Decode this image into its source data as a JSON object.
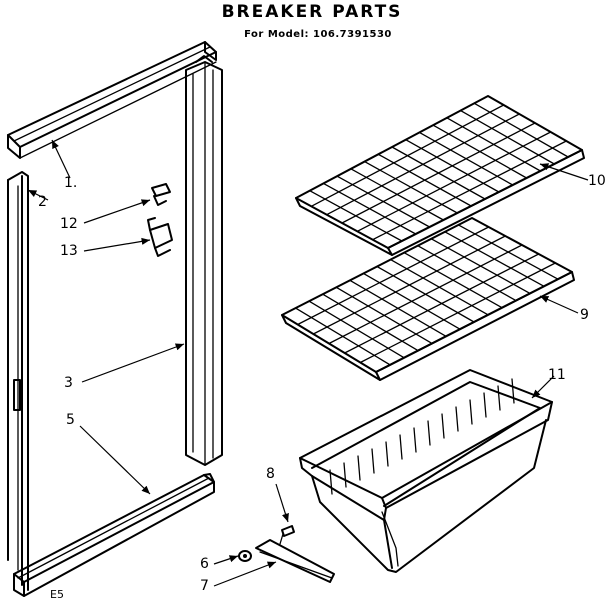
{
  "title": "BREAKER PARTS",
  "subtitle": "For Model: 106.7391530",
  "footer_code": "E5",
  "callouts": [
    {
      "id": "c1",
      "label": "1."
    },
    {
      "id": "c2",
      "label": "2"
    },
    {
      "id": "c12",
      "label": "12"
    },
    {
      "id": "c13",
      "label": "13"
    },
    {
      "id": "c3",
      "label": "3"
    },
    {
      "id": "c5",
      "label": "5"
    },
    {
      "id": "c10",
      "label": "10"
    },
    {
      "id": "c9",
      "label": "9"
    },
    {
      "id": "c11",
      "label": "11"
    },
    {
      "id": "c8",
      "label": "8"
    },
    {
      "id": "c6",
      "label": "6"
    },
    {
      "id": "c7",
      "label": "7"
    }
  ]
}
